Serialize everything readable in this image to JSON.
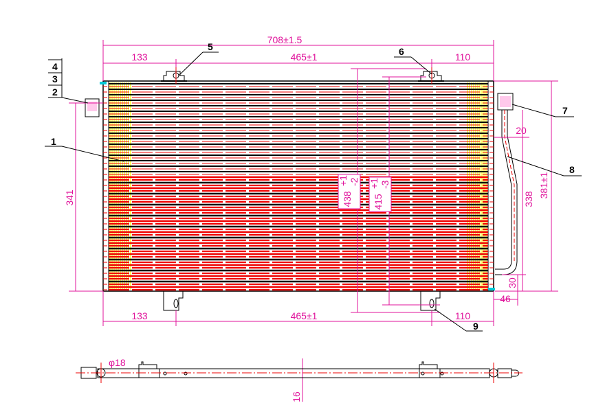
{
  "title": "Condenser assembly drawing",
  "dimensions": {
    "overall_width": "708±1.5",
    "left_offset_top": "133",
    "bracket_span_top": "465±1",
    "right_offset_top": "110",
    "left_offset_bottom": "133",
    "bracket_span_bottom": "465±1",
    "right_offset_bottom": "110",
    "height_left": "341",
    "height_438": "438",
    "tol_438_upper": "+1",
    "tol_438_lower": "-2",
    "height_415": "415",
    "tol_415_upper": "+1",
    "tol_415_lower": "-3",
    "pipe_height": "338",
    "overall_height": "381±1",
    "pipe_offset": "20",
    "pipe_bottom": "30",
    "pipe_horizontal": "46",
    "thickness": "16",
    "fitting_diameter": "φ18"
  },
  "callouts": [
    "1",
    "2",
    "3",
    "4",
    "5",
    "6",
    "7",
    "8",
    "9"
  ],
  "colors": {
    "dimension": "#e0139b",
    "centerline": "#ee0000",
    "fins": "#ffff00",
    "outline": "#000000",
    "cap": "#00c8d8"
  }
}
